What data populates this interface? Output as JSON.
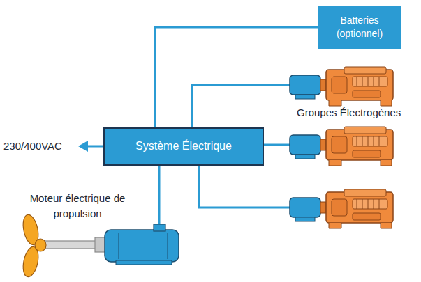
{
  "diagram": {
    "nodes": [
      {
        "text": [
          "Batteries (optionnel)"
        ]
      },
      {
        "text": [
          "Système Électrique"
        ]
      }
    ],
    "edges": [
      {
        "from": 0,
        "to": 1,
        "arrow": "none"
      }
    ],
    "labels": [
      "230/400VAC",
      "Groupes Électrogènes",
      "Moteur électrique de propulsion"
    ]
  }
}
